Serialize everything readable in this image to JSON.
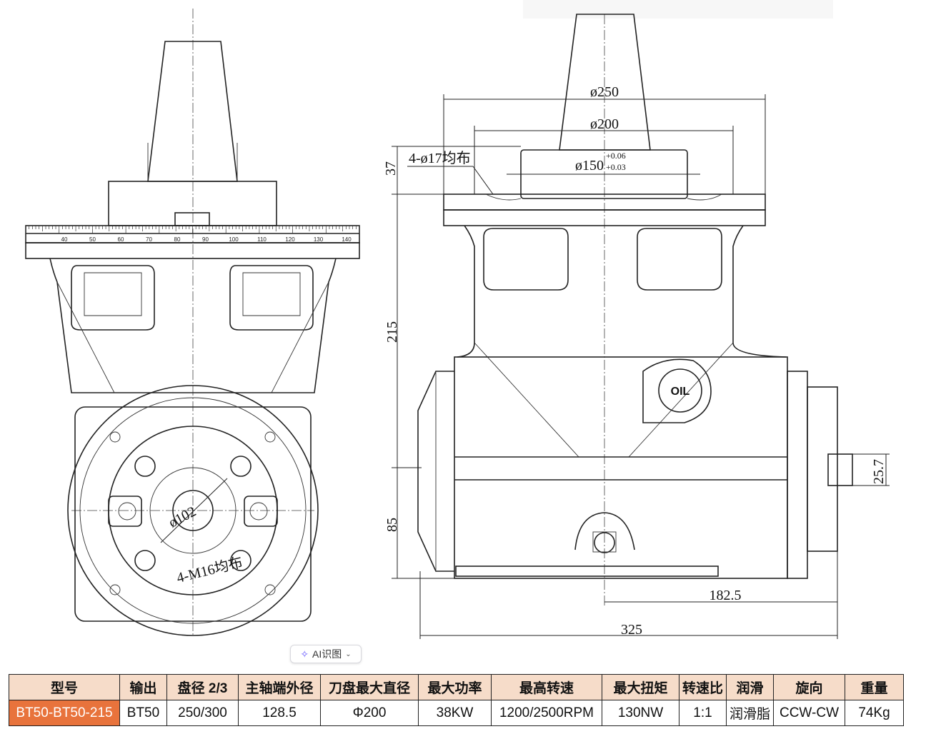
{
  "drawing": {
    "ruler_labels": [
      "40",
      "50",
      "60",
      "70",
      "80",
      "90",
      "100",
      "110",
      "120",
      "130",
      "140"
    ],
    "dim_d250": "ø250",
    "dim_d200": "ø200",
    "dim_d150": "ø150",
    "dim_tol_upper": "+0.06",
    "dim_tol_lower": "+0.03",
    "dim_holes_top": "4-ø17均布",
    "dim_37": "37",
    "dim_215": "215",
    "dim_85": "85",
    "dim_182_5": "182.5",
    "dim_325": "325",
    "dim_25_7": "25.7",
    "dim_d102": "ø102",
    "dim_m16": "4-M16均布",
    "oil_label": "OIL"
  },
  "ai_chip": {
    "label": "AI识图"
  },
  "table": {
    "headers": [
      "型号",
      "输出",
      "盘径 2/3",
      "主轴端外径",
      "刀盘最大直径",
      "最大功率",
      "最高转速",
      "最大扭矩",
      "转速比",
      "润滑",
      "旋向",
      "重量"
    ],
    "row": [
      "BT50-BT50-215",
      "BT50",
      "250/300",
      "128.5",
      "Φ200",
      "38KW",
      "1200/2500RPM",
      "130NW",
      "1:1",
      "润滑脂",
      "CCW-CW",
      "74Kg"
    ]
  },
  "colors": {
    "header_bg": "#f6dcc9",
    "model_bg": "#e8733c"
  }
}
